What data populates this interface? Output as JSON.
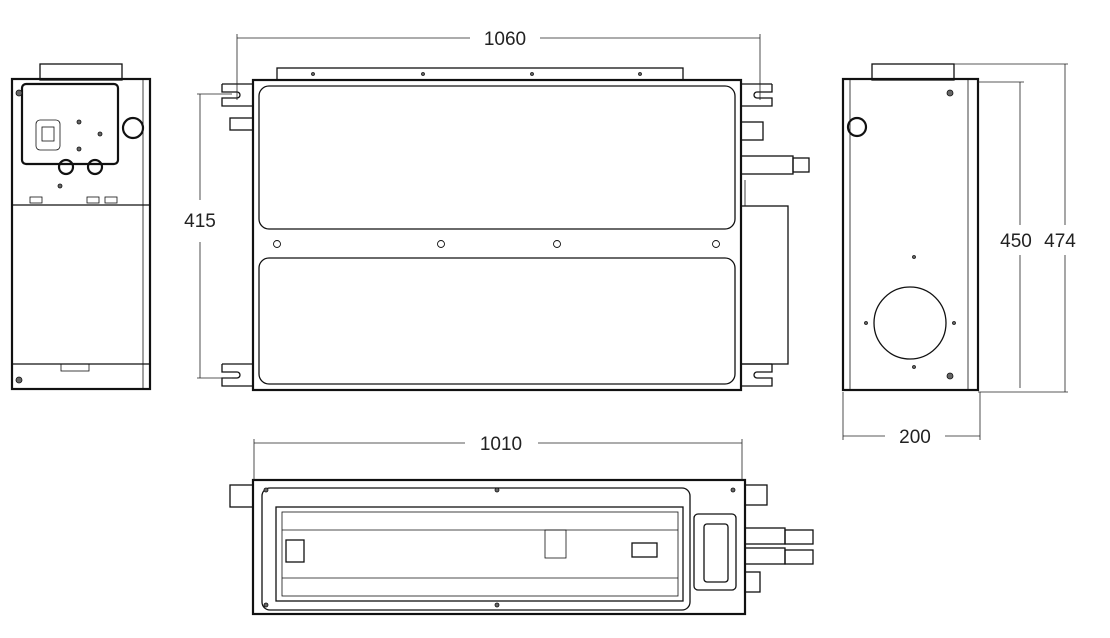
{
  "dimensions": {
    "front_width": "1060",
    "front_height": "415",
    "side_height_inner": "450",
    "side_height_outer": "474",
    "side_depth": "200",
    "bottom_width": "1010"
  },
  "colors": {
    "line": "#111111",
    "background": "#ffffff"
  }
}
